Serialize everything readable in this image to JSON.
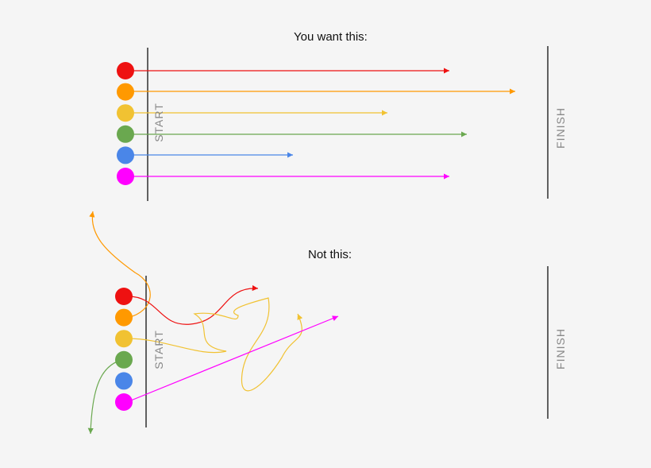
{
  "top_panel": {
    "caption": "You want this:",
    "start_label": "START",
    "finish_label": "FINISH"
  },
  "bottom_panel": {
    "caption": "Not this:",
    "start_label": "START",
    "finish_label": "FINISH"
  },
  "runners": [
    {
      "name": "red",
      "color": "#ee1111"
    },
    {
      "name": "orange",
      "color": "#ff9900"
    },
    {
      "name": "yellow",
      "color": "#f1c232"
    },
    {
      "name": "green",
      "color": "#6aa84f"
    },
    {
      "name": "blue",
      "color": "#4a86e8"
    },
    {
      "name": "magenta",
      "color": "#ff00ff"
    }
  ]
}
